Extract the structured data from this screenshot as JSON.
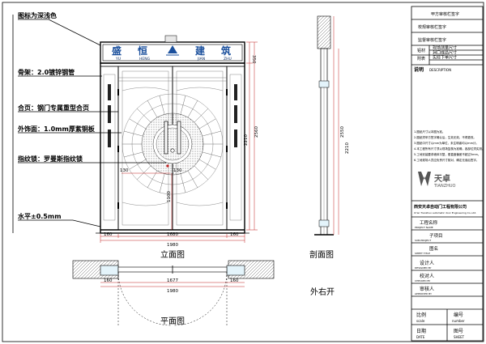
{
  "front": {
    "sign_chars": [
      "盛",
      "恒",
      "建",
      "筑"
    ],
    "sign_pinyin": [
      "YU",
      "HENG",
      "JIAN",
      "ZHU"
    ],
    "title": "立面图"
  },
  "labels": [
    "图标为深浅色",
    "骨架：2.0镀锌钢管",
    "合页：钢门专属重型合页",
    "外饰面：1.0mm厚紫铜板",
    "指纹锁：罗曼斯指纹锁",
    "水平±0.5mm"
  ],
  "plan_title": "平面图",
  "section_title": "剖面图",
  "opening_text": "外右开",
  "dims": {
    "w_total": "1980",
    "w_mid": "1680",
    "side": "160",
    "h_total": "2560",
    "h_door": "2210",
    "h_top": "350",
    "h_low": "1100",
    "d130a": "130",
    "d130b": "130",
    "plan_total": "1980",
    "plan_inner": "1677",
    "plan_side": "160",
    "sec_h": "2550",
    "sec_h2": "2210"
  },
  "title_block": {
    "top_rows": [
      "甲方审核栏签字",
      "校规审核栏签字",
      "监督审核栏签字"
    ],
    "door_group_label": "铝材",
    "side_label": "附表",
    "dim_rows": [
      "现场测量尺寸",
      "洞口成品尺寸",
      "实际下单尺寸"
    ],
    "notes_label": "说明",
    "notes_en": "DESCRIPTION",
    "notes": [
      "1.图纸尺寸以本图为准。",
      "2.图纸须甲方签字确认后，生效无效，不得更改。",
      "3.图纸中尺寸以mm为单位，未注明者均以mm计。",
      "4.本工程所有尺寸须以现场复核为准确，各部位须实测。",
      "5.工地安装要求墙体平整，垂直度偏差不超过5mm。",
      "6.工地现场人员应负责尺寸核对，确定无误后签字。"
    ],
    "logo_cn": "天卓",
    "logo_en": "TIANZHUO",
    "company_cn": "西安天卓自动门工程有限公司",
    "company_en": "Xi'an Tianzhuo automatic door Engineering Co.,Ltd.",
    "rows": [
      {
        "cn": "工程名称",
        "en": "PROJECT NAME"
      },
      {
        "cn": "子项目",
        "en": "SUB-PROJECT"
      },
      {
        "cn": "图名",
        "en": "SHEET TITLE"
      },
      {
        "cn": "设计人",
        "en": "DESIGNED BY"
      },
      {
        "cn": "校对人",
        "en": "CHECKED BY"
      },
      {
        "cn": "审核人",
        "en": "APPROVED BY"
      }
    ],
    "bottom": [
      {
        "cn": "比例",
        "en": "scale",
        "cn2": "编号",
        "en2": "number"
      },
      {
        "cn": "日期",
        "en": "DATE",
        "cn2": "图号",
        "en2": "SHEET"
      }
    ]
  },
  "colors": {
    "dimension": "#c02020",
    "sign_text": "#1a4f9c",
    "sign_dark": "#0a2a60",
    "ink": "#000000"
  }
}
